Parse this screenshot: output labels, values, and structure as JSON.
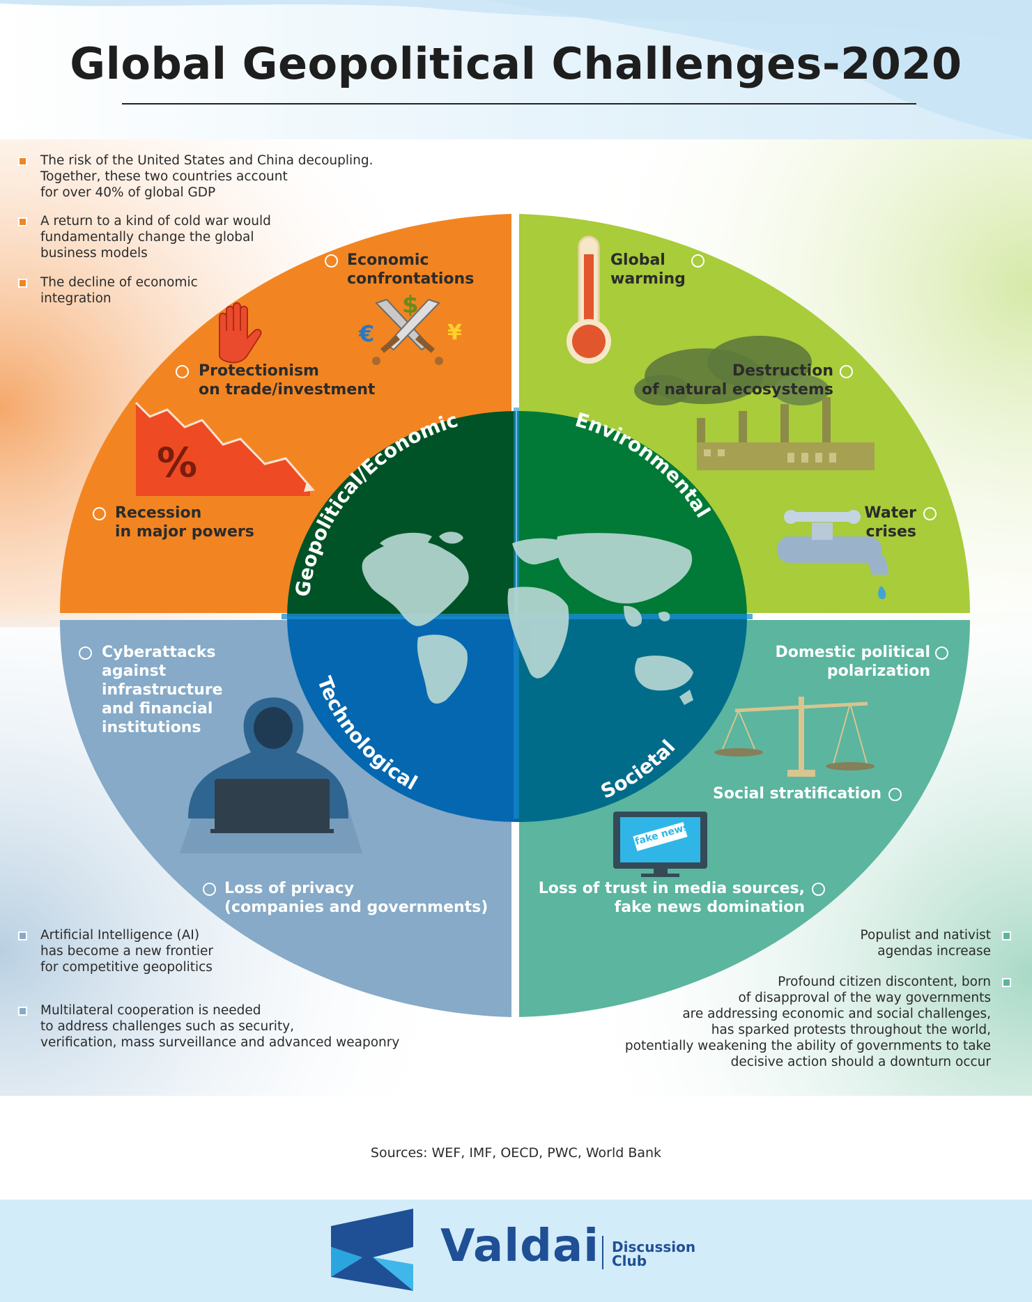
{
  "title": "Global Geopolitical Challenges-2020",
  "colors": {
    "economic": "#f28522",
    "environmental": "#a8cc3a",
    "technological": "#86aac7",
    "societal": "#5bb59f",
    "center_economic": "#005326",
    "center_environmental": "#007a36",
    "center_technological": "#0467b0",
    "center_societal": "#006c8a",
    "brand": "#1f4f95"
  },
  "quadrants": {
    "economic": {
      "label": "Geopolitical/Economic"
    },
    "environmental": {
      "label": "Environmental"
    },
    "technological": {
      "label": "Technological"
    },
    "societal": {
      "label": "Societal"
    }
  },
  "challenges": {
    "economic_confrontations": "Economic\nconfrontations",
    "protectionism": "Protectionism\non trade/investment",
    "recession": "Recession\nin major powers",
    "global_warming": "Global\nwarming",
    "ecosystems": "Destruction\nof natural ecosystems",
    "water": "Water\ncrises",
    "cyberattacks": "Cyberattacks\nagainst\ninfrastructure\nand financial\ninstitutions",
    "privacy": "Loss of privacy\n(companies and governments)",
    "polarization": "Domestic political\npolarization",
    "stratification": "Social stratification",
    "media_trust": "Loss of trust in media sources,\nfake news domination"
  },
  "icons": {
    "percent": "%",
    "dollar": "$",
    "euro": "€",
    "yen": "¥",
    "fake_news": "fake news"
  },
  "notes": {
    "top_left": [
      "The risk of the United States and China decoupling.\nTogether, these two countries account\nfor over 40% of global GDP",
      "A return to a kind of cold war would\nfundamentally change the global\nbusiness models",
      "The decline of economic\nintegration"
    ],
    "bottom_left": [
      "Artificial Intelligence (AI)\nhas become a new frontier\nfor competitive geopolitics",
      "Multilateral cooperation is needed\nto address challenges such as security,\nverification, mass surveillance and advanced weaponry"
    ],
    "bottom_right": [
      "Populist and nativist\nagendas increase",
      "Profound citizen discontent, born\nof disapproval of the way governments\nare addressing economic and social challenges,\nhas sparked protests throughout the world,\npotentially weakening the ability of governments to take\ndecisive action should a downturn occur"
    ]
  },
  "sources": "Sources: WEF, IMF, OECD, PWC, World Bank",
  "logo": {
    "name": "Valdai",
    "subtitle": "Discussion\nClub"
  }
}
